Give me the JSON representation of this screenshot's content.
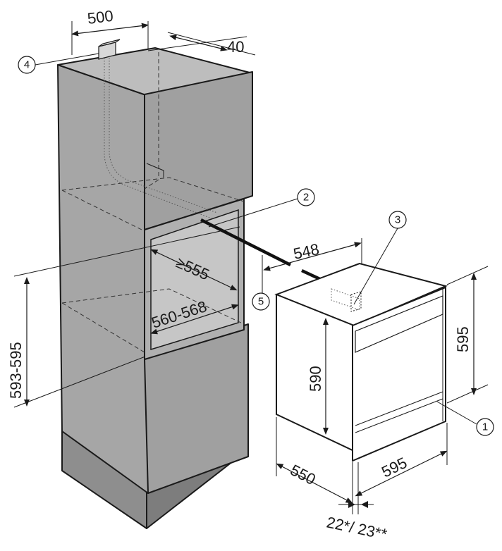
{
  "dimensions": {
    "cabinet_width": "500",
    "depth_offset": "40",
    "niche_depth": "≥555",
    "niche_width": "560-568",
    "niche_height": "593-595",
    "cable_length": "548",
    "oven_height_body": "590",
    "oven_height_front": "595",
    "oven_depth": "550",
    "oven_width": "595",
    "front_thickness": "22*/ 23**"
  },
  "callouts": [
    "1",
    "2",
    "3",
    "4",
    "5"
  ],
  "colors": {
    "cabinet_side": "#a8a8a8",
    "cabinet_top": "#bdbdbd",
    "cabinet_front": "#9a9a9a",
    "niche_interior": "#c4c4c4",
    "oven_front": "#ffffff",
    "line": "#1a1a1a"
  }
}
